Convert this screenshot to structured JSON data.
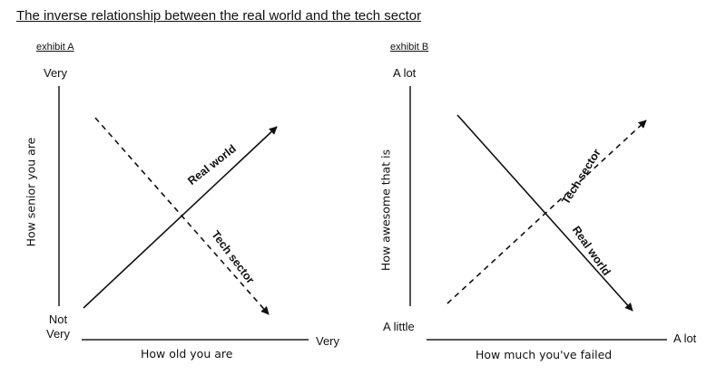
{
  "title": "The inverse relationship between the real world and the tech sector",
  "exhibit_a": {
    "label": "exhibit A",
    "y_top": "Very",
    "y_bottom": "Not\nVery",
    "x_right": "Very",
    "x_title": "How old you are",
    "y_title": "How senior you are",
    "line_solid": "Real world",
    "line_dashed": "Tech sector"
  },
  "exhibit_b": {
    "label": "exhibit B",
    "y_top": "A lot",
    "y_bottom": "A little",
    "x_right": "A lot",
    "x_title": "How much you've failed",
    "y_title": "How awesome that is",
    "line_solid": "Real world",
    "line_dashed": "Tech sector"
  },
  "colors": {
    "ink": "#111111",
    "axis": "#555555"
  }
}
